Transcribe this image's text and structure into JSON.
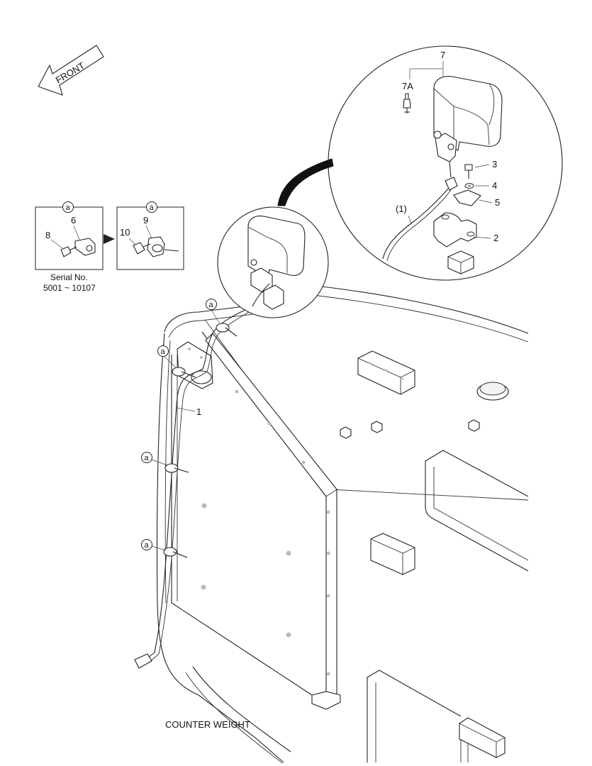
{
  "front_arrow": {
    "label": "FRONT"
  },
  "inset_panels": {
    "callout_letter": "a",
    "left": {
      "parts": [
        "6",
        "8"
      ]
    },
    "right": {
      "parts": [
        "9",
        "10"
      ]
    },
    "serial_line1": "Serial No.",
    "serial_line2": "5001 ~ 10107"
  },
  "detail_view": {
    "parts": {
      "lamp": "7",
      "bulb": "7A",
      "bolt": "3",
      "washer": "4",
      "plate": "5",
      "bracket": "2",
      "harness_ref": "(1)"
    }
  },
  "main_view": {
    "harness": "1",
    "clamp_callout": "a",
    "caption": "COUNTER WEIGHT"
  }
}
